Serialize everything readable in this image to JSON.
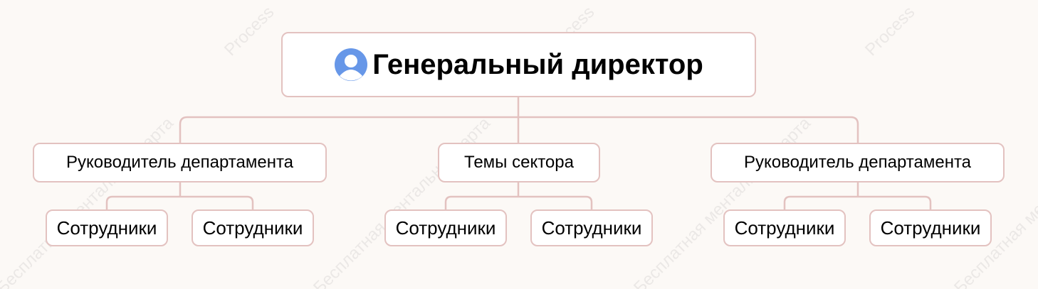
{
  "root": {
    "label": "Генеральный директор",
    "icon": "user-avatar-icon"
  },
  "departments": [
    {
      "label": "Руководитель департамента",
      "children": [
        "Сотрудники",
        "Сотрудники"
      ]
    },
    {
      "label": "Темы сектора",
      "children": [
        "Сотрудники",
        "Сотрудники"
      ]
    },
    {
      "label": "Руководитель департамента",
      "children": [
        "Сотрудники",
        "Сотрудники"
      ]
    }
  ],
  "watermark": {
    "texts": [
      "Бесплатная ментальная карта",
      "Process"
    ]
  },
  "colors": {
    "background": "#fcf9f6",
    "node_border": "#e3c2c0",
    "connector": "#e3c2c0",
    "avatar": "#6797e8"
  }
}
